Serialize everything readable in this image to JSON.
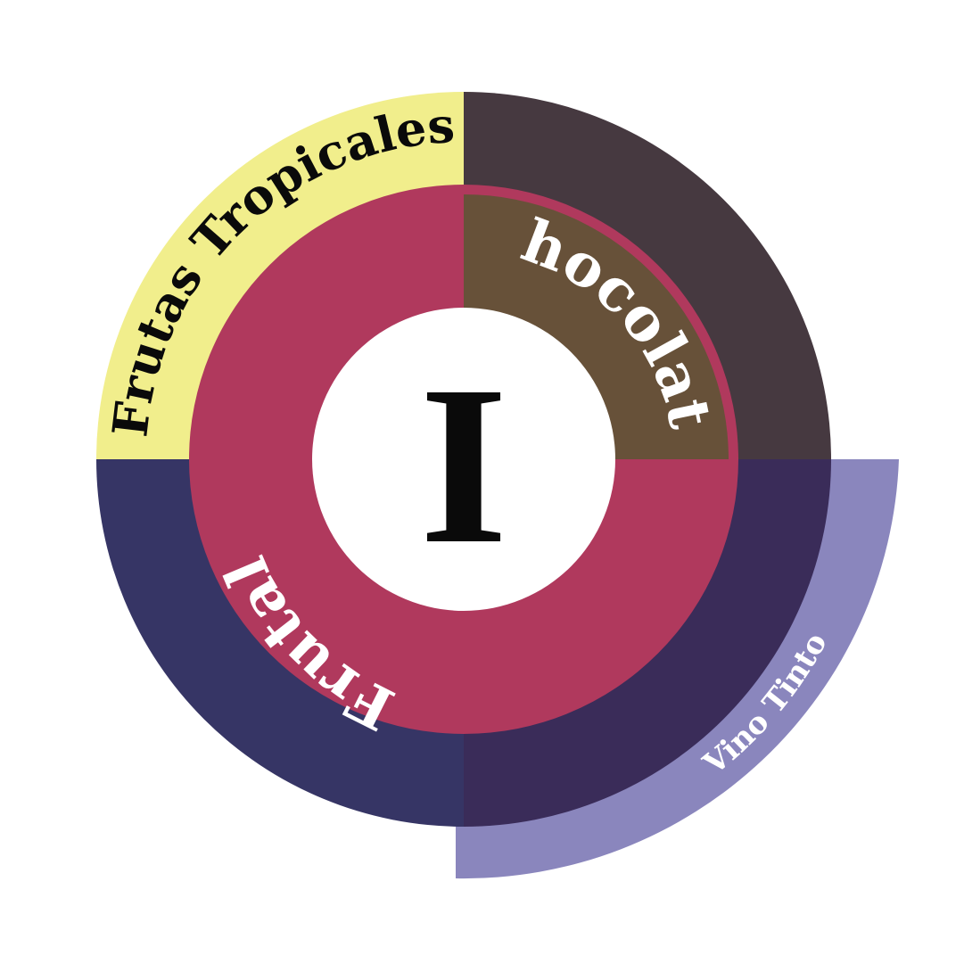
{
  "center": {
    "label": "I",
    "color": "#0a0a0a"
  },
  "inner_ring": [
    {
      "label": "Chocolate",
      "color": "#675139",
      "text_color": "#ffffff"
    },
    {
      "label": "Frutal",
      "color": "#b0395d",
      "text_color": "#ffffff"
    }
  ],
  "outer_ring": [
    {
      "label": "Frutas Tropicales",
      "color": "#f1ee8c",
      "text_color": "#0a0a0a"
    },
    {
      "label": "",
      "color": "#463940"
    },
    {
      "label": "",
      "color": "#3a2c59"
    },
    {
      "label": "",
      "color": "#363565"
    }
  ],
  "extension": {
    "label": "Vino Tinto",
    "color": "#8a86bd",
    "text_color": "#ffffff"
  }
}
